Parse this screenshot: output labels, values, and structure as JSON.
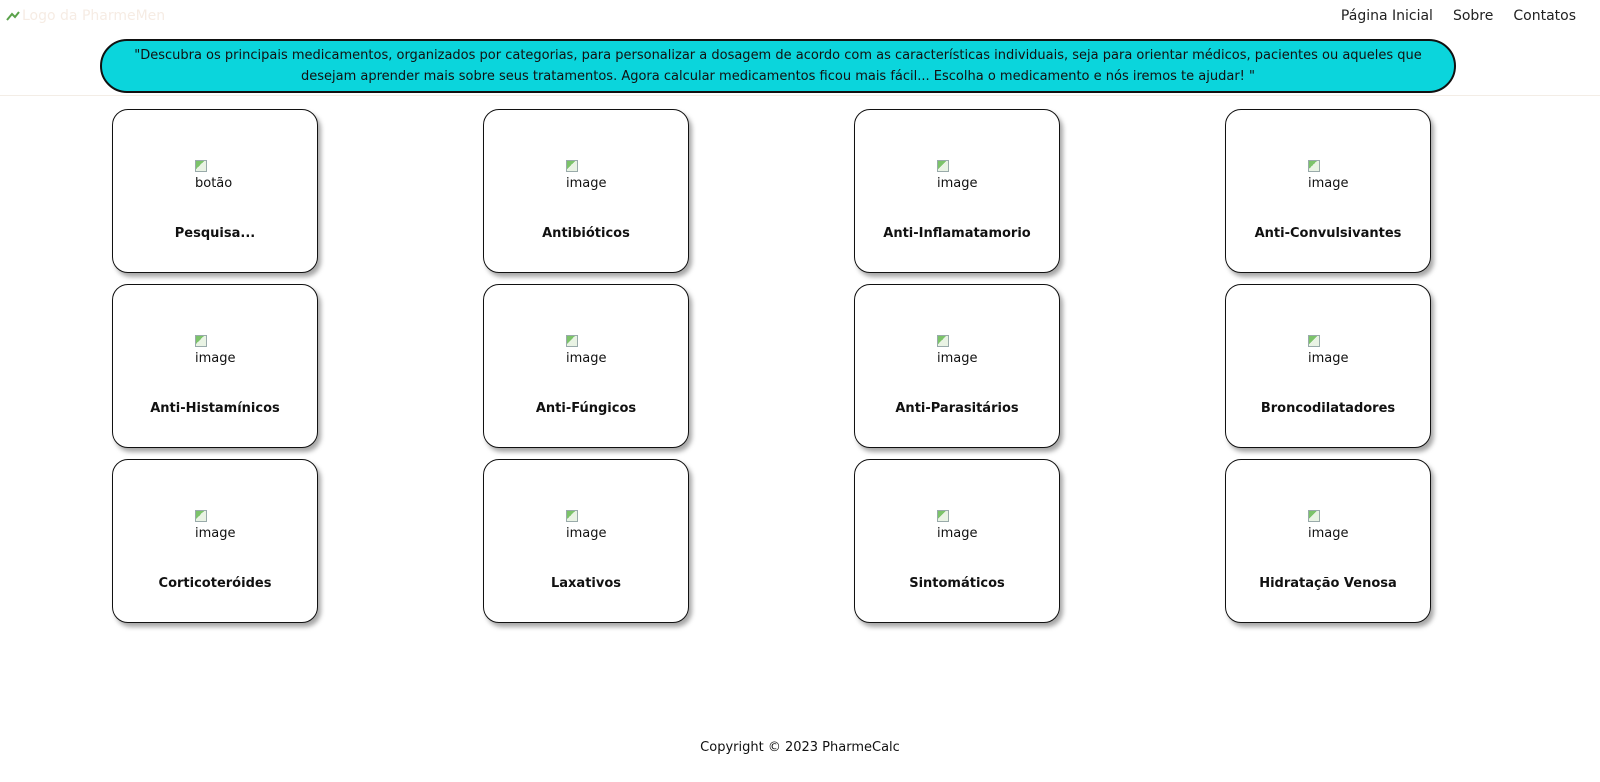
{
  "header": {
    "logo_alt": "Logo da PharmeMen",
    "nav": [
      {
        "label": "Página Inicial"
      },
      {
        "label": "Sobre"
      },
      {
        "label": "Contatos"
      }
    ]
  },
  "banner": {
    "text": "\"Descubra os principais medicamentos, organizados por categorias, para personalizar a dosagem de acordo com as características individuais, seja para orientar médicos, pacientes ou aqueles que desejam aprender mais sobre seus tratamentos. Agora calcular medicamentos ficou mais fácil... Escolha o medicamento e nós iremos te ajudar! \""
  },
  "cards": [
    {
      "image_alt": "botão",
      "label": "Pesquisa..."
    },
    {
      "image_alt": "image",
      "label": "Antibióticos"
    },
    {
      "image_alt": "image",
      "label": "Anti-Inflamatamorio"
    },
    {
      "image_alt": "image",
      "label": "Anti-Convulsivantes"
    },
    {
      "image_alt": "image",
      "label": "Anti-Histamínicos"
    },
    {
      "image_alt": "image",
      "label": "Anti-Fúngicos"
    },
    {
      "image_alt": "image",
      "label": "Anti-Parasitários"
    },
    {
      "image_alt": "image",
      "label": "Broncodilatadores"
    },
    {
      "image_alt": "image",
      "label": "Corticoteróides"
    },
    {
      "image_alt": "image",
      "label": "Laxativos"
    },
    {
      "image_alt": "image",
      "label": "Sintomáticos"
    },
    {
      "image_alt": "image",
      "label": "Hidratação Venosa"
    }
  ],
  "footer": {
    "copyright": "Copyright © 2023 PharmeCalc"
  },
  "colors": {
    "banner_bg": "#0bd5dc",
    "card_border": "#111111",
    "logo_text": "#f6ece4"
  }
}
